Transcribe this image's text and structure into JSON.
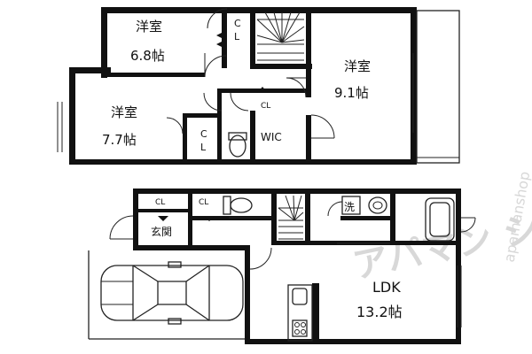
{
  "floor_upper": {
    "room_a": {
      "name": "洋室",
      "size": "6.8帖"
    },
    "room_b": {
      "name": "洋室",
      "size": "7.7帖"
    },
    "room_c": {
      "name": "洋室",
      "size": "9.1帖"
    },
    "closet_labels": [
      "C",
      "L"
    ],
    "cl_short": "CL",
    "wic": "WIC"
  },
  "floor_lower": {
    "ldk": {
      "name": "LDK",
      "size": "13.2帖"
    },
    "entrance": "玄関",
    "cl_a": "CL",
    "cl_b": "CL",
    "washroom": "洗"
  },
  "watermark": {
    "text": "アパマン ショップ",
    "latin": "apamanshop"
  }
}
